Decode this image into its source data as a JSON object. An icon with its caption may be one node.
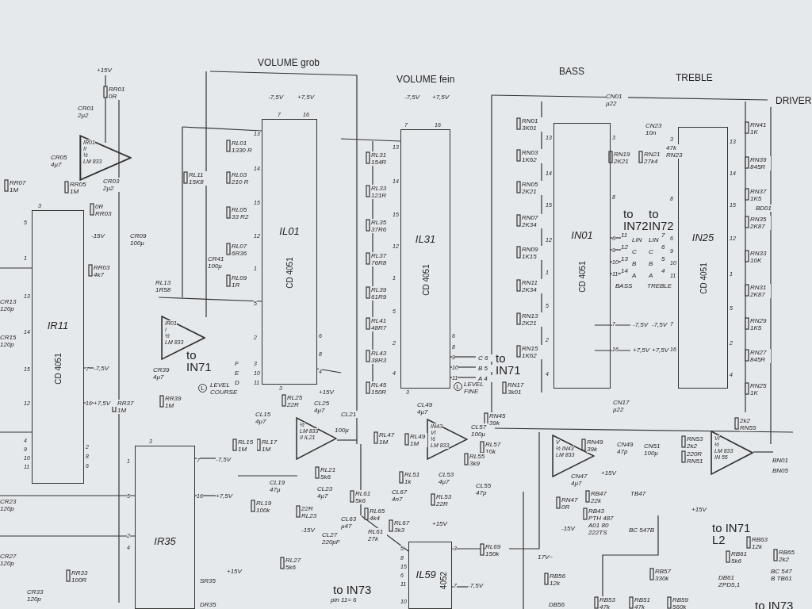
{
  "diagram": {
    "nodes": [
      {
        "text": [
          "IR01",
          "II",
          "½",
          "LM 833"
        ]
      },
      {
        "text": [
          "IR11",
          "CD 4051"
        ],
        "beside": [
          "3",
          "5",
          "1",
          "13",
          "14",
          "15",
          "12",
          "4",
          "9",
          "10",
          "11",
          "7",
          "16",
          "2",
          "8",
          "6"
        ]
      },
      {
        "text": [
          "IR01",
          "I",
          "½",
          "LM 833"
        ]
      },
      {
        "text": [
          "IL01",
          "CD 4051"
        ],
        "beside": [
          "7",
          "16",
          "13",
          "14",
          "15",
          "12",
          "1",
          "5",
          "2",
          "3",
          "10",
          "11",
          "6",
          "8",
          "4",
          "3"
        ]
      },
      {
        "text": [
          "IL31",
          "CD 4051"
        ],
        "beside": [
          "7",
          "16",
          "13",
          "14",
          "15",
          "12",
          "1",
          "5",
          "2",
          "4",
          "6",
          "8",
          "9",
          "10",
          "11",
          "3"
        ]
      },
      {
        "text": [
          "IN01",
          "CD 4051"
        ],
        "beside": [
          "13",
          "14",
          "15",
          "12",
          "1",
          "5",
          "2",
          "4",
          "3",
          "8",
          "6",
          "9",
          "10",
          "11",
          "7",
          "16"
        ]
      },
      {
        "text": [
          "IN25",
          "CD 4051"
        ],
        "beside": [
          "3",
          "8",
          "6",
          "9",
          "10",
          "11",
          "7",
          "16",
          "13",
          "14",
          "15",
          "12",
          "1",
          "5",
          "2",
          "4"
        ]
      },
      {
        "text": [
          "IR35"
        ],
        "beside": [
          "3",
          "1",
          "5",
          "2",
          "4",
          "7",
          "16"
        ]
      },
      {
        "text": [
          "½",
          "LM 833",
          "II IL21"
        ]
      },
      {
        "text": [
          "IN43",
          "VI",
          "½",
          "LM 833"
        ]
      },
      {
        "text": [
          "V",
          "½ IN43",
          "LM 833"
        ]
      },
      {
        "text": [
          "VI",
          "½",
          "LM 833",
          "IN 55"
        ]
      },
      {
        "text": [
          "IL59",
          "4052"
        ],
        "beside": [
          "5",
          "8",
          "15",
          "6",
          "11",
          "10",
          "3",
          "7"
        ]
      }
    ],
    "labels": [
      "VOLUME grob",
      "VOLUME fein",
      "BASS",
      "TREBLE",
      "DRIVER",
      "+15V",
      "RR01 0R",
      "CR01 2µ2",
      "CR05 4µ7",
      "RR07 1M",
      "RR05 1M",
      "CR03 2µ2",
      "0R RR03",
      "-15V",
      "CR09 100µ",
      "RR03 4k7",
      "CR13 120p",
      "CR15 120p",
      "-7,5V",
      "+7,5V",
      "CR23 120p",
      "CR27 120p",
      "CR33 120p",
      "RR33 100R",
      "RR37 1M",
      "RR39 1M",
      "CR39 4µ7",
      "to IN71",
      "L",
      "LEVEL COURSE",
      "RL11 15K8",
      "RL13 1R58",
      "CR41 100µ",
      "RL01 1330 R",
      "RL03 210 R",
      "RL05 33 R2",
      "RL07 6R36",
      "RL09 1R",
      "F",
      "E",
      "D",
      "-7,5V",
      "+7,5V",
      "+15V",
      "RL25 22R",
      "CL25 4µ7",
      "CL15 4µ7",
      "RL15 1M",
      "RL17 1M",
      "CL21",
      "100µ",
      "RL21 5k6",
      "CL19 47µ",
      "RL19 100k",
      "CL23 4µ7",
      "22R RL23",
      "-15V",
      "CL27 220pF",
      "RL27 5k6",
      "RL61 5k6",
      "CL63 µ47",
      "RL65 4k4",
      "CL67 4n7",
      "RL67 3k3",
      "RL61 27k",
      "to IN73",
      "pin 11= 6",
      "-7,5V",
      "+7,5V",
      "RL31 154R",
      "RL33 121R",
      "RL35 37R6",
      "RL37 76R8",
      "RL39 61R9",
      "RL41 48R7",
      "RL43 38R3",
      "RL45 150R",
      "C 6",
      "B 5",
      "A 4",
      "to IN71",
      "L",
      "LEVEL FINE",
      "CL49 4µ7",
      "RL47 1M",
      "RL49 1M",
      "CL57 100µ",
      "RN45 39k",
      "RL57 10k",
      "RL55 3k9",
      "RL51 1k",
      "CL53 4µ7",
      "CL55 47p",
      "RL53 22R",
      "+15V",
      "RL69 150k",
      "-7,5V",
      "CN01 µ22",
      "RN01 3K01",
      "RN03 1K62",
      "RN05 2K21",
      "RN07 2K34",
      "RN09 1K15",
      "RN11 2K34",
      "RN13 2K21",
      "RN15 1K62",
      "RN17 3k01",
      "CN17 µ22",
      "CN23 10n",
      "RN19 2K21",
      "RN21 27k4",
      "47k RN23",
      "to IN72",
      "to IN72",
      "11",
      "LIN",
      "12",
      "C",
      "13",
      "B",
      "14",
      "A",
      "7",
      "LIN",
      "6",
      "C",
      "5",
      "B",
      "4",
      "A",
      "BASS",
      "TREBLE",
      "-7,5V",
      "-7,5V",
      "+7,5V",
      "+7,5V",
      "RN41 1K",
      "RN39 845R",
      "RN37 1K5",
      "RN35 2K87",
      "RN33 10K",
      "RN31 2K87",
      "RN29 1K5",
      "RN27 845R",
      "RN25 1K",
      "BD01",
      "RN49 39k",
      "CN49 47p",
      "CN51 100µ",
      "RN53 2k2",
      "220R RN51",
      "2k2 RN55",
      "BN01",
      "BN05",
      "CN47 4µ7",
      "RN47 0R",
      "-15V",
      "+15V",
      "RB47 22k",
      "RB43 PTH 487 A01 80 222TS",
      "TB47",
      "BC 547B",
      "+15V",
      "17V~",
      "RB56 12k",
      "DB56",
      "RB57 330k",
      "RB53 47k",
      "RB51 47k",
      "RB59 560k",
      "to IN71 L2",
      "RB63 12k",
      "RB61 5k6",
      "RB65 2k2",
      "DB61 ZPD5,1",
      "BC 547 B TB61",
      "to IN73",
      "SR35",
      "DR35",
      "+15V",
      "-7,5V",
      "+7,5V"
    ]
  }
}
